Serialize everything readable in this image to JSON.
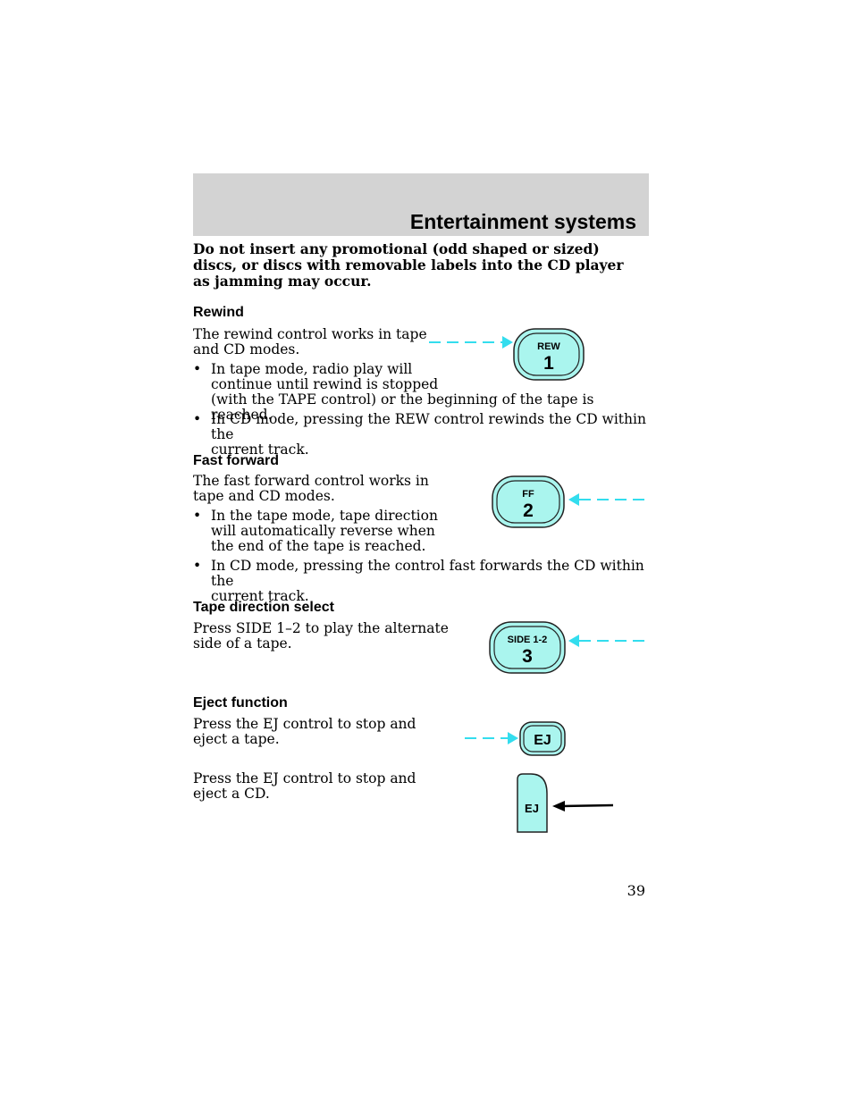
{
  "header": {
    "title": "Entertainment systems"
  },
  "warning": "Do not insert any promotional (odd shaped or sized) discs, or discs with removable labels into the CD player as jamming may occur.",
  "rewind": {
    "heading": "Rewind",
    "intro": [
      "The rewind control works in tape",
      "and CD modes."
    ],
    "bullets": [
      [
        "In tape mode, radio play will",
        "continue until rewind is stopped",
        "(with the TAPE control) or the beginning of the tape is reached."
      ],
      [
        "In CD mode, pressing the REW control rewinds the CD within the",
        "current track."
      ]
    ],
    "button": {
      "label": "REW",
      "number": "1"
    }
  },
  "fast_forward": {
    "heading": "Fast forward",
    "intro": [
      "The fast forward control works in",
      "tape and CD modes."
    ],
    "bullets": [
      [
        "In the tape mode, tape direction",
        "will automatically reverse when",
        "the end of the tape is reached."
      ],
      [
        "In CD mode, pressing the control fast forwards the CD within the",
        "current track."
      ]
    ],
    "button": {
      "label": "FF",
      "number": "2"
    }
  },
  "tape_direction": {
    "heading": "Tape direction select",
    "intro": [
      "Press SIDE 1–2 to play the alternate",
      "side of a tape."
    ],
    "button": {
      "label": "SIDE 1-2",
      "number": "3"
    }
  },
  "eject": {
    "heading": "Eject function",
    "tape_text": [
      "Press the EJ control to stop and",
      "eject a tape."
    ],
    "cd_text": [
      "Press the EJ control to stop and",
      "eject a CD."
    ],
    "tape_button": {
      "label": "EJ"
    },
    "cd_button": {
      "label": "EJ"
    }
  },
  "bullet_char": "•",
  "colors": {
    "header_band": "#d3d3d3",
    "button_fill": "#aaf5ee",
    "arrow_dashed": "#33ddee",
    "arrow_solid": "#000000"
  },
  "page_number": "39"
}
